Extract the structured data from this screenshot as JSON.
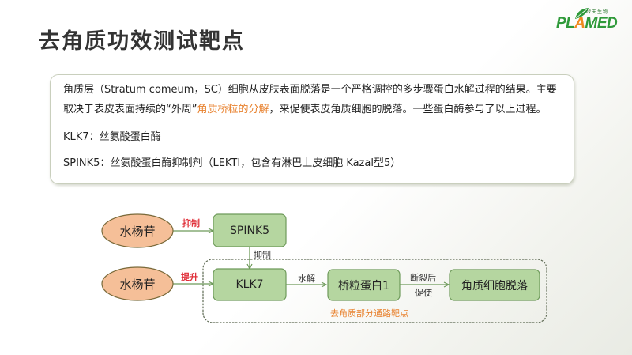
{
  "logo": {
    "brand": "PLAMED",
    "brand_prefix": "PL",
    "brand_highlight": "A",
    "brand_suffix": "MED",
    "tagline": "绿天生物",
    "icon": "leaf-icon",
    "colors": {
      "green": "#2f9a3a",
      "orange": "#f08a1f"
    }
  },
  "title": "去角质功效测试靶点",
  "info": {
    "paragraph_pre": "角质层（Stratum comeum，SC）细胞从皮肤表面脱落是一个严格调控的多步骤蛋白水解过程的结果。主要取决于表皮表面持续的“外周”",
    "paragraph_highlight": "角质桥粒的分解",
    "paragraph_post": "，来促使表皮角质细胞的脱落。一些蛋白酶参与了以上过程。",
    "klk7_line": "KLK7：丝氨酸蛋白酶",
    "spink5_line": "SPINK5：丝氨酸蛋白酶抑制剂（LEKTI，包含有淋巴上皮细胞 Kazal型5）",
    "highlight_color": "#e8822f"
  },
  "diagram": {
    "nodes": {
      "salicin_1": "水杨苷",
      "salicin_2": "水杨苷",
      "spink5": "SPINK5",
      "klk7": "KLK7",
      "corneodesmosin": "桥粒蛋白1",
      "desquamation": "角质细胞脱落"
    },
    "edges": {
      "salicin_spink5": "抑制",
      "spink5_klk7": "抑制",
      "salicin_klk7": "提升",
      "klk7_corneo": "水解",
      "corneo_desq_top": "断裂后",
      "corneo_desq_bottom": "促使"
    },
    "group_label": "去角质部分通路靶点",
    "colors": {
      "ellipse_fill": "#f5bf98",
      "ellipse_stroke": "#7a6a3a",
      "box_fill": "#b5d6a0",
      "box_stroke": "#6e9a5a",
      "edge": "#6e9a5a",
      "red_label": "#e0303a",
      "orange_label": "#e8822f"
    }
  }
}
